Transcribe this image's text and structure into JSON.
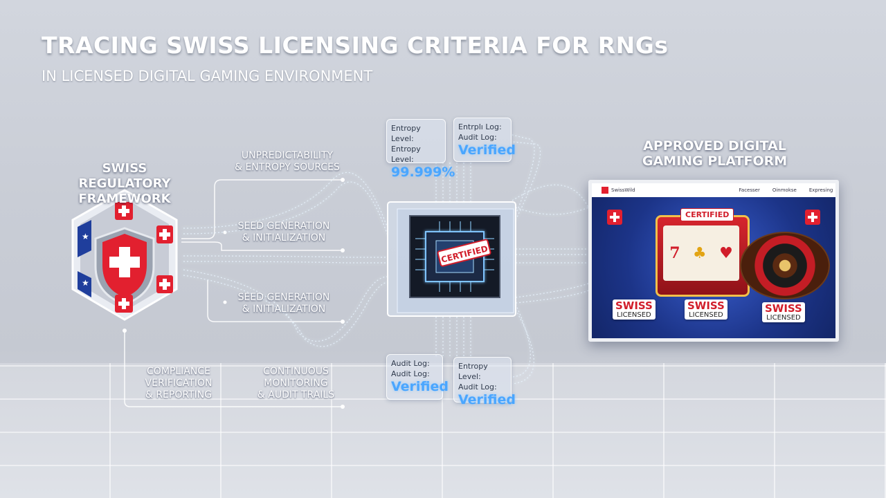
{
  "title": "TRACING SWISS LICENSING CRITERIA FOR RNGs",
  "subtitle": "IN LICENSED DIGITAL GAMING ENVIRONMENT",
  "framework": {
    "heading_line1": "SWISS REGULATORY",
    "heading_line2": "FRAMEWORK"
  },
  "platform": {
    "heading_line1": "APPROVED DIGITAL",
    "heading_line2": "GAMING PLATFORM"
  },
  "criteria": {
    "c1_line1": "UNPREDICTABILITY",
    "c1_line2": "& ENTROPY SOURCES",
    "c2_line1": "SEED GENERATION",
    "c2_line2": "& INITIALIZATION",
    "c3_line1": "SEED GENERATION",
    "c3_line2": "& INITIALIZATION",
    "c4_line1": "COMPLIANCE",
    "c4_line2": "VERIFICATION",
    "c4_line3": "& REPORTING",
    "c5_line1": "CONTINUOUS",
    "c5_line2": "MONITORING",
    "c5_line3": "& AUDIT TRAILS"
  },
  "chip": {
    "stamp": "CERTIFIED"
  },
  "cards": {
    "top_left": {
      "line1": "Entropy Level:",
      "line2": "Entropy Level:",
      "value": "99.999%"
    },
    "top_right": {
      "line1": "Entrplı Log:",
      "line2": "Audit Log:",
      "value": "Verified"
    },
    "bottom_left": {
      "line1": "Audit Log:",
      "line2": "Audit Log:",
      "value": "Verified"
    },
    "bottom_right": {
      "line1": "Entropy Level:",
      "line2": "Audit Log:",
      "value": "Verified"
    }
  },
  "screen": {
    "nav_brand": "SwissWild",
    "nav_items": [
      "Facesser",
      "Oinmokse",
      "Expresing"
    ],
    "certified": "CERTIFIED",
    "badges": [
      {
        "swiss": "SWISS",
        "licensed": "LICENSED"
      },
      {
        "swiss": "SWISS",
        "licensed": "LICENSED"
      },
      {
        "swiss": "SWISS",
        "licensed": "LICENSED"
      }
    ]
  },
  "colors": {
    "swiss_red": "#e2202f",
    "accent_blue": "#4aa6ff",
    "glow": "#bfe4ff"
  }
}
